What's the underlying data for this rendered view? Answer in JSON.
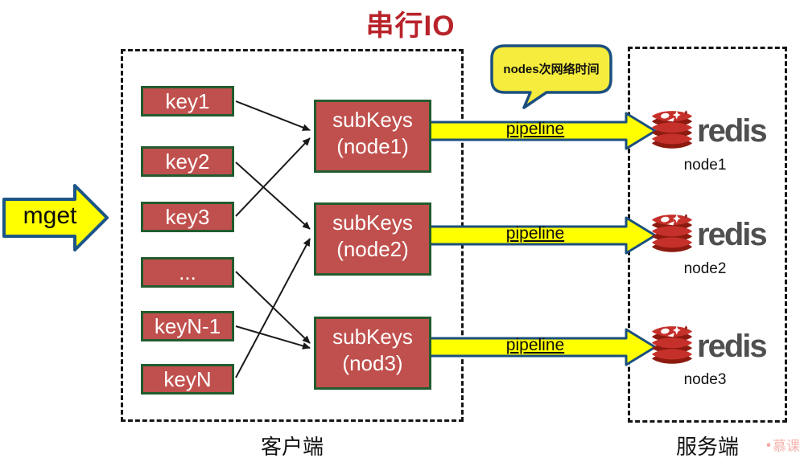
{
  "title": "串行IO",
  "mget": {
    "label": "mget"
  },
  "client": {
    "label": "客户端",
    "keys": [
      "key1",
      "key2",
      "key3",
      "...",
      "keyN-1",
      "keyN"
    ],
    "subkeys": [
      "subKeys\n(node1)",
      "subKeys\n(node2)",
      "subKeys\n(nod3)"
    ]
  },
  "callout": {
    "label": "nodes次网络时间"
  },
  "pipelines": [
    "pipeline",
    "pipeline",
    "pipeline"
  ],
  "server": {
    "label": "服务端",
    "nodes": [
      {
        "brand": "redis",
        "name": "node1"
      },
      {
        "brand": "redis",
        "name": "node2"
      },
      {
        "brand": "redis",
        "name": "node3"
      }
    ]
  },
  "connections": [
    {
      "from": "key1",
      "to": "subKeys(node1)"
    },
    {
      "from": "key2",
      "to": "subKeys(node2)"
    },
    {
      "from": "key3",
      "to": "subKeys(node1)"
    },
    {
      "from": "...",
      "to": "subKeys(nod3)"
    },
    {
      "from": "keyN-1",
      "to": "subKeys(nod3)"
    },
    {
      "from": "keyN",
      "to": "subKeys(node2)"
    }
  ],
  "watermark": {
    "label": "慕课"
  },
  "colors": {
    "box_fill": "#c0504d",
    "box_border": "#225c2e",
    "arrow_fill": "#ffff00",
    "arrow_border": "#1b4f7e",
    "callout_fill": "#f5ec3d",
    "title_red": "#b8232a",
    "redis_red": "#c6302b",
    "redis_dark_red": "#8c1a10",
    "redis_text_gray": "#4f4f4f",
    "connector_black": "#1a1a1a"
  }
}
